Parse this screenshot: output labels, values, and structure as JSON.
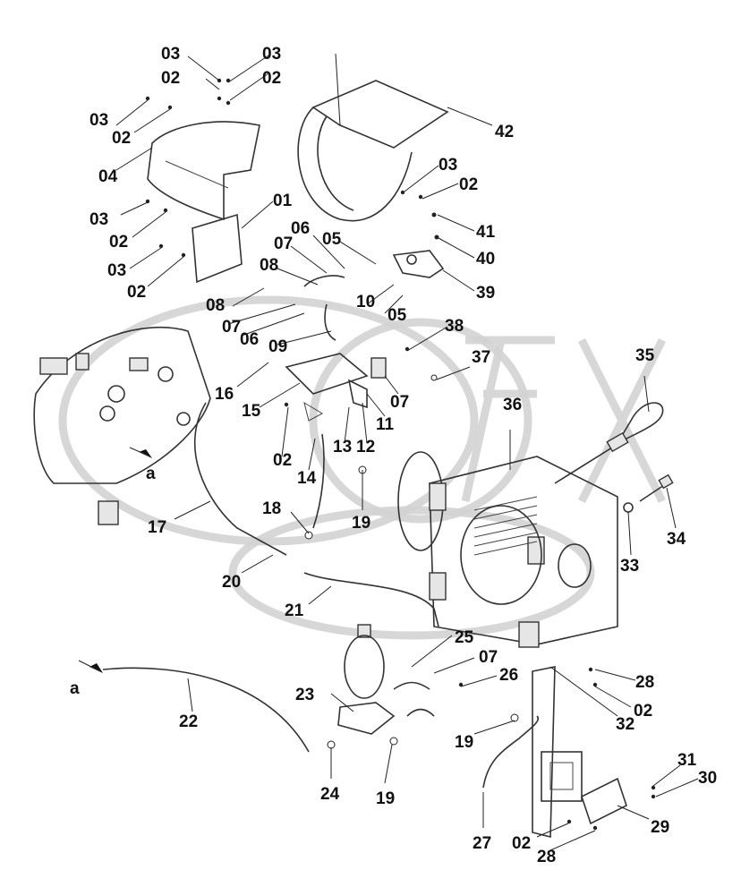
{
  "part_labels": [
    "03",
    "02",
    "03",
    "02",
    "03",
    "02",
    "04",
    "03",
    "02",
    "03",
    "02",
    "01",
    "42",
    "03",
    "02",
    "41",
    "40",
    "39",
    "06",
    "07",
    "05",
    "08",
    "10",
    "05",
    "08",
    "07",
    "06",
    "09",
    "38",
    "37",
    "07",
    "36",
    "35",
    "16",
    "15",
    "11",
    "02",
    "14",
    "13",
    "12",
    "19",
    "18",
    "17",
    "a",
    "20",
    "21",
    "34",
    "33",
    "25",
    "07",
    "26",
    "28",
    "02",
    "32",
    "23",
    "a",
    "22",
    "19",
    "24",
    "19",
    "27",
    "02",
    "28",
    "29",
    "31",
    "30"
  ],
  "watermark": "OREX"
}
